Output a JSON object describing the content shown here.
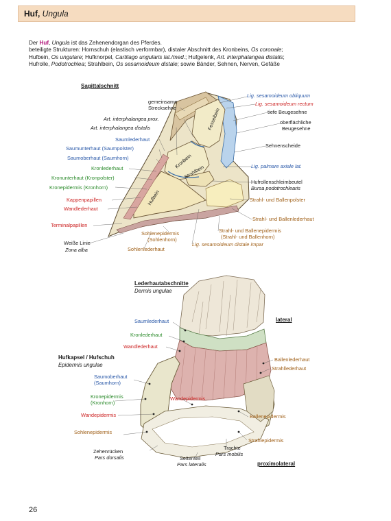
{
  "header": {
    "title_bold": "Huf,",
    "title_italic": "Ungula"
  },
  "intro": {
    "l1a": "Der ",
    "l1b": "Huf",
    "l1c": ", ",
    "l1d": "Ungula",
    "l1e": " ist das Zehenendorgan des Pferdes.",
    "l2a": "beteiligte Strukturen: Hornschuh (elastisch verformbar), distaler Abschnitt des Kronbeins, ",
    "l2b": "Os coronale",
    "l2c": ";",
    "l3a": "Hufbein, ",
    "l3b": "Os ungulare",
    "l3c": "; Hufknorpel, ",
    "l3d": "Cartilago ungularis lat./med.",
    "l3e": "; Hufgelenk, ",
    "l3f": "Art. interphalangea distalis",
    "l3g": ";",
    "l4a": "Hufrolle, ",
    "l4b": "Podotrochlea",
    "l4c": "; Strahlbein, ",
    "l4d": "Os sesamoideum distale",
    "l4e": "; sowie Bänder, Sehnen, Nerven, Gefäße"
  },
  "fig1": {
    "title": "Sagittalschnitt",
    "labels": {
      "strecksehne_1": "gemeinsame",
      "strecksehne_2": "Strecksehne",
      "art_prox": "Art. interphalangea prox.",
      "art_dist": "Art. interphalangea distalis",
      "saumlederhaut": "Saumlederhaut",
      "saumunterhaut": "Saumunterhaut (Saumpolster)",
      "saumoberhaut": "Saumoberhaut (Saumhorn)",
      "kronlederhaut": "Kronlederhaut",
      "kronunterhaut": "Kronunterhaut (Kronpolster)",
      "kronepidermis": "Kronepidermis (Kronhorn)",
      "kappenpapillen": "Kappenpapillen",
      "wandlederhaut": "Wandlederhaut",
      "terminalpapillen": "Terminalpapillen",
      "weisse_linie": "Weiße Linie",
      "zona_alba": "Zona alba",
      "sohlenepidermis_1": "Sohlenepidermis",
      "sohlenepidermis_2": "(Sohlenhorn)",
      "sohlenlederhaut": "Sohlenlederhaut",
      "lig_obliquum": "Lig. sesamoideum obliquum",
      "lig_rectum": "Lig. sesamoideum rectum",
      "tiefe_beuge": "tiefe Beugesehne",
      "oberfl_1": "oberflächliche",
      "oberfl_2": "Beugesehne",
      "sehnenscheide": "Sehnenscheide",
      "lig_palmare": "Lig. palmare axiale lat.",
      "hufrollen": "Hufrollenschleimbeutel",
      "bursa": "Bursa podotrochlearis",
      "strahl_polster": "Strahl- und Ballenpolster",
      "strahl_lederhaut": "Strahl- und Ballenlederhaut",
      "strahl_epi_1": "Strahl- und Ballenepidermis",
      "strahl_epi_2": "(Strahl- und Ballenhorn)",
      "lig_impar": "Lig. sesamoideum distale impar",
      "bone_fesselbein": "Fesselbein",
      "bone_kronbein": "Kronbein",
      "bone_strahlbein": "Strahlbein",
      "bone_hufbein": "Hufbein"
    }
  },
  "fig2": {
    "title": "Lederhautabschnitte",
    "subtitle": "Dermis ungulae",
    "labels": {
      "lateral": "lateral",
      "proximolateral": "proximolateral",
      "saumlederhaut": "Saumlederhaut",
      "kronlederhaut": "Kronlederhaut",
      "wandlederhaut": "Wandlederhaut",
      "hufkapsel": "Hufkapsel / Hufschuh",
      "epidermis": "Epidermis ungulae",
      "saumoberhaut_1": "Saumoberhaut",
      "saumoberhaut_2": "(Saumhorn)",
      "kronepidermis_1": "Kronepidermis",
      "kronepidermis_2": "(Kronhorn)",
      "wandepidermis_left": "Wandepidermis",
      "wandepidermis_mid": "Wandepidermis",
      "sohlenepidermis": "Sohlenepidermis",
      "zehenruecken": "Zehenrücken",
      "pars_dorsalis": "Pars dorsalis",
      "seitenteil": "Seitenteil",
      "pars_lateralis": "Pars lateralis",
      "trachte": "Trachte",
      "pars_mobilis": "Pars mobilis",
      "ballenlederhaut": "Ballenlederhaut",
      "strahllederhaut": "Strahllederhaut",
      "ballenepidermis": "Ballenepidermis",
      "strahlepidermis": "Strahlepidermis"
    }
  },
  "page_number": "26"
}
